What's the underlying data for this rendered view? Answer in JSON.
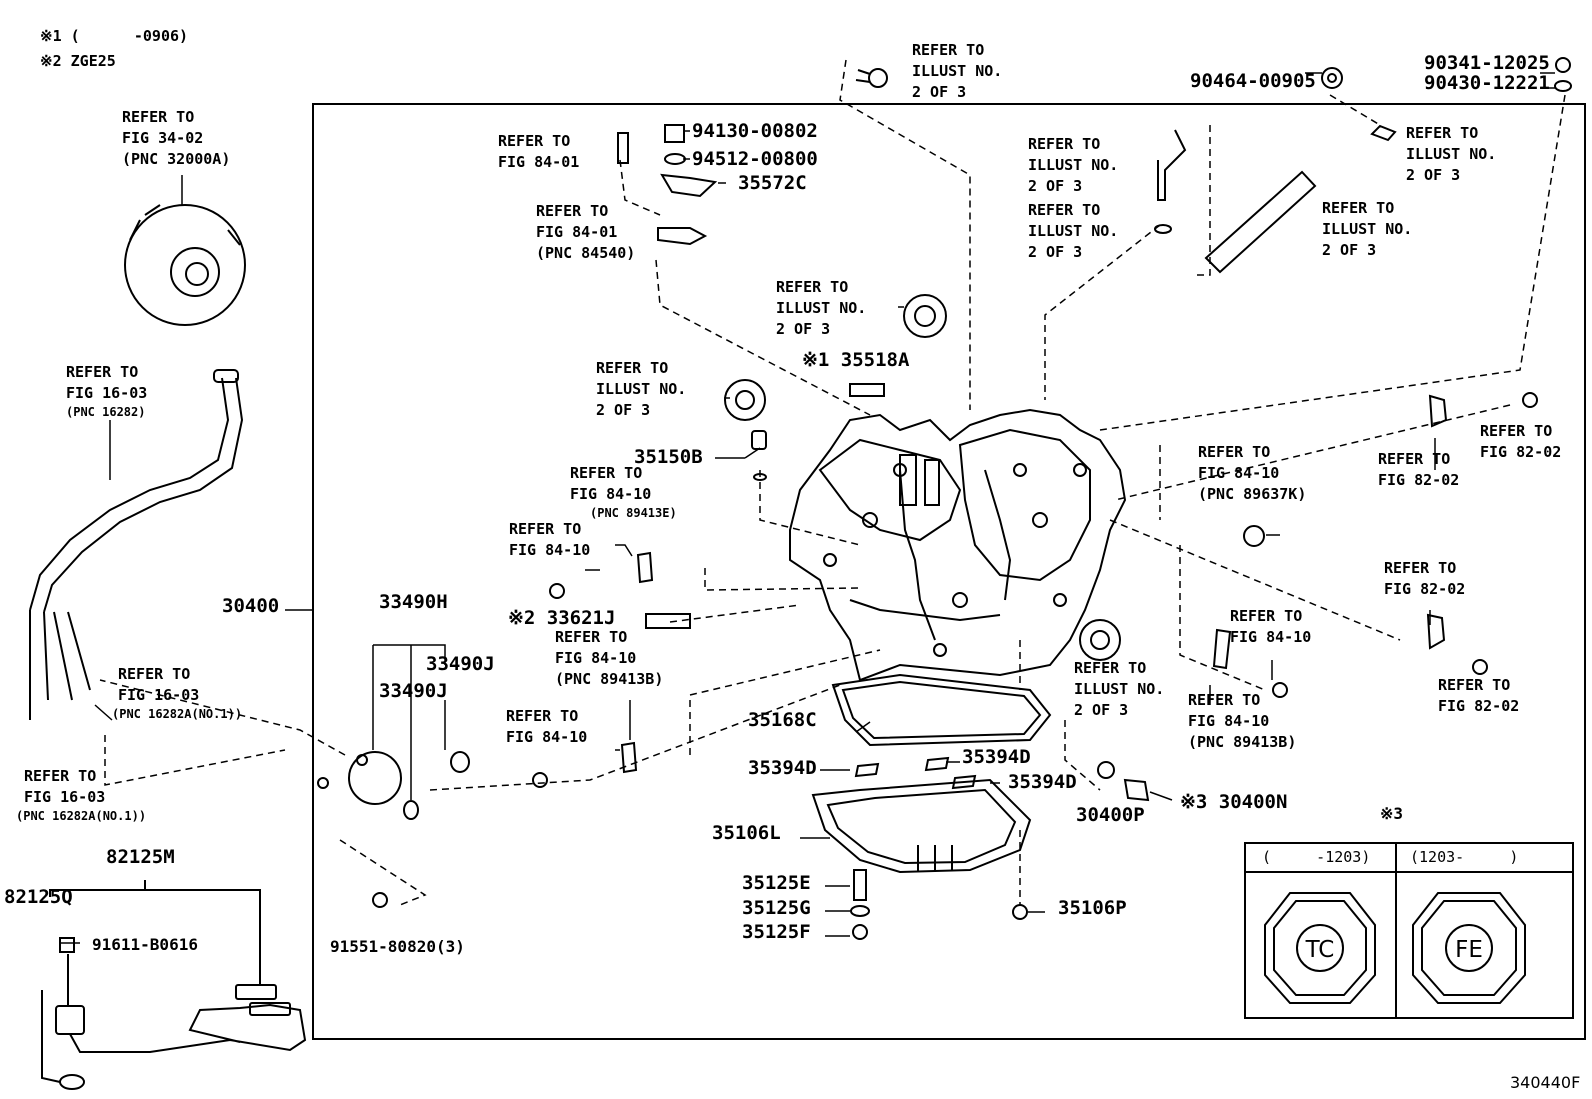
{
  "notes": {
    "note1": "※1 (      -0906)",
    "note2": "※2 ZGE25"
  },
  "drawing_id": "340440F",
  "refs": {
    "torque_converter": [
      "REFER TO",
      "FIG 34-02",
      "(PNC 32000A)"
    ],
    "hose_top": [
      "REFER TO",
      "FIG 16-03",
      "(PNC 16282)"
    ],
    "hose_mid": [
      "REFER TO",
      "FIG 16-03",
      "(PNC 16282A(NO.1))"
    ],
    "hose_bot": [
      "REFER TO",
      "FIG 16-03",
      "(PNC 16282A(NO.1))"
    ],
    "bolt_top": [
      "REFER TO",
      "ILLUST NO.",
      "2 OF 3"
    ],
    "fig8401_a": [
      "REFER TO",
      "FIG 84-01"
    ],
    "fig8401_b": [
      "REFER TO",
      "FIG 84-01",
      "(PNC 84540)"
    ],
    "elbow": [
      "REFER TO",
      "ILLUST NO.",
      "2 OF 3"
    ],
    "oring": [
      "REFER TO",
      "ILLUST NO.",
      "2 OF 3"
    ],
    "union": [
      "REFER TO",
      "ILLUST NO.",
      "2 OF 3"
    ],
    "pipe": [
      "REFER TO",
      "ILLUST NO.",
      "2 OF 3"
    ],
    "seal_top": [
      "REFER TO",
      "ILLUST NO.",
      "2 OF 3"
    ],
    "seal_left": [
      "REFER TO",
      "ILLUST NO.",
      "2 OF 3"
    ],
    "sensor_e": [
      "REFER TO",
      "FIG 84-10",
      "(PNC 89413E)"
    ],
    "sensor_e_bolt": [
      "REFER TO",
      "FIG 84-10"
    ],
    "sensor_b": [
      "REFER TO",
      "FIG 84-10",
      "(PNC 89413B)"
    ],
    "sensor_b_bolt": [
      "REFER TO",
      "FIG 84-10"
    ],
    "bracket_r": [
      "REFER TO",
      "FIG 82-02"
    ],
    "bolt_r": [
      "REFER TO",
      "FIG 82-02"
    ],
    "sensor_k": [
      "REFER TO",
      "FIG 84-10",
      "(PNC 89637K)"
    ],
    "bracket_r2": [
      "REFER TO",
      "FIG 82-02"
    ],
    "bolt_r2": [
      "REFER TO",
      "FIG 82-02"
    ],
    "sensor_rb_bolt": [
      "REFER TO",
      "FIG 84-10"
    ],
    "sensor_rb": [
      "REFER TO",
      "FIG 84-10",
      "(PNC 89413B)"
    ],
    "seal_right": [
      "REFER TO",
      "ILLUST NO.",
      "2 OF 3"
    ]
  },
  "parts": {
    "p30400": "30400",
    "p33490H": "33490H",
    "p33490J_a": "33490J",
    "p33490J_b": "33490J",
    "p33621J": "※2 33621J",
    "p35150B": "35150B",
    "p35518A": "※1 35518A",
    "p35572C": "35572C",
    "p94130": "94130-00802",
    "p94512": "94512-00800",
    "p90464": "90464-00905",
    "p90341": "90341-12025",
    "p90430": "90430-12221",
    "p35168C": "35168C",
    "p35394D_a": "35394D",
    "p35394D_b": "35394D",
    "p35394D_c": "35394D",
    "p35106L": "35106L",
    "p35125E": "35125E",
    "p35125G": "35125G",
    "p35125F": "35125F",
    "p35106P": "35106P",
    "p30400P": "30400P",
    "p30400N": "※3 30400N",
    "p82125M": "82125M",
    "p82125Q": "82125Q",
    "p91611": "91611-B0616",
    "p91551": "91551-80820(3)"
  },
  "inset": {
    "mark": "※3",
    "col1_header": "(     -1203)",
    "col2_header": "(1203-     )",
    "col1_stamp": "TC",
    "col2_stamp": "FE"
  }
}
